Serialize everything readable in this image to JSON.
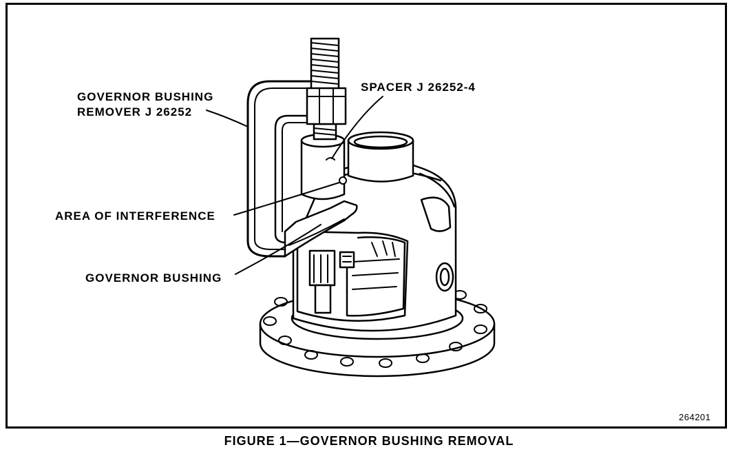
{
  "labels": {
    "remover_line1": "GOVERNOR BUSHING",
    "remover_line2": "REMOVER J  26252",
    "spacer": "SPACER J  26252-4",
    "interference": "AREA OF INTERFERENCE",
    "bushing": "GOVERNOR BUSHING"
  },
  "figure_code": "264201",
  "caption": "FIGURE 1—GOVERNOR BUSHING REMOVAL"
}
